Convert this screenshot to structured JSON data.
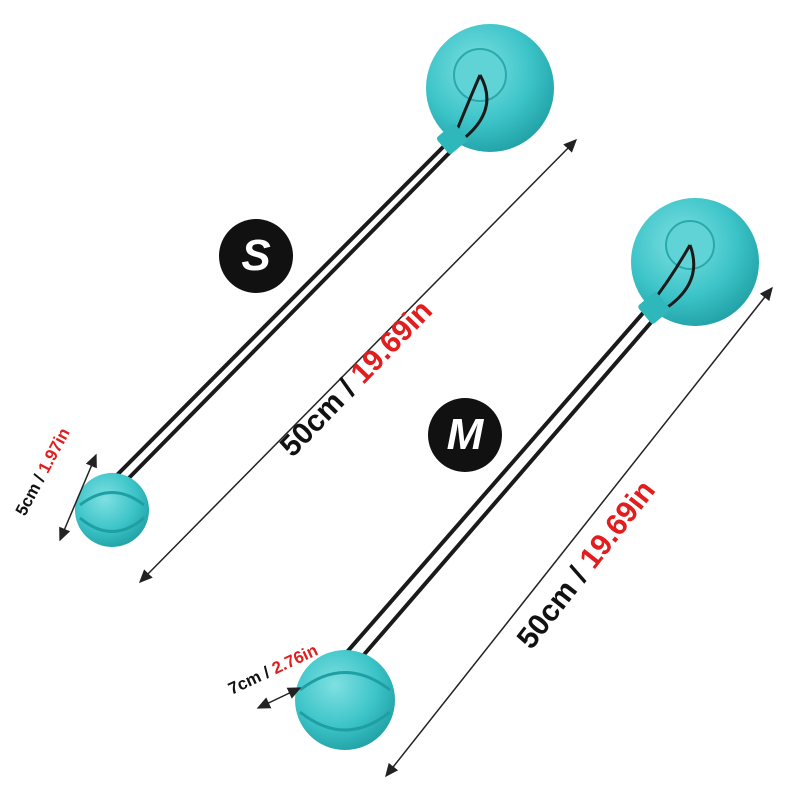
{
  "sizes": {
    "s": {
      "label": "S",
      "length_cm": "50cm / ",
      "length_in": "19.69in",
      "ball_cm": "5cm / ",
      "ball_in": "1.97in"
    },
    "m": {
      "label": "M",
      "length_cm": "50cm / ",
      "length_in": "19.69in",
      "ball_cm": "7cm / ",
      "ball_in": "2.76in"
    }
  },
  "colors": {
    "toy": "#3cc4c8",
    "toy_dark": "#22a3a8",
    "rope": "#1a1a1a",
    "accent": "#e11d1d"
  }
}
